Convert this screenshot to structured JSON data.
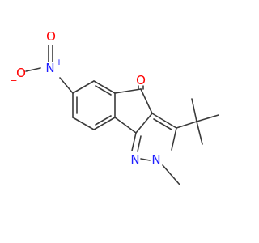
{
  "molecule": {
    "atom_labels": {
      "nitro_n": "N",
      "nitro_n_charge": "+",
      "nitro_o_top": "O",
      "nitro_o_left": "O",
      "nitro_o_left_charge": "−",
      "ketone_o": "O",
      "pyrazole_n1": "N",
      "pyrazole_n2": "N"
    },
    "colors": {
      "bond": "#3a3a3a",
      "nitrogen": "#1f1fff",
      "oxygen": "#ff0000",
      "background": "#ffffff"
    }
  }
}
